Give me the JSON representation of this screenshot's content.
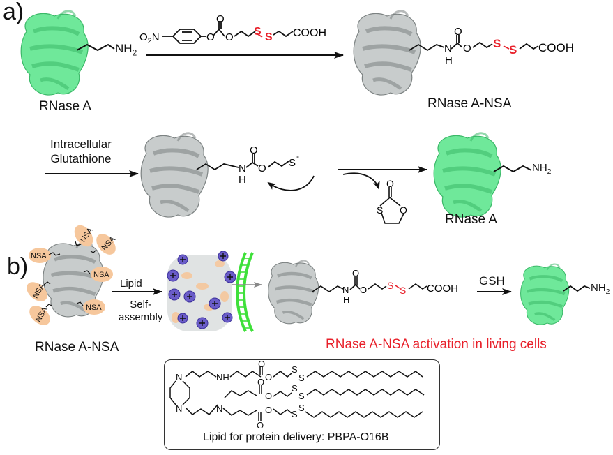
{
  "panels": {
    "a": {
      "letter": "a)",
      "step1": {
        "reactant_label": "RNase A",
        "amine": "NH2",
        "reagent": {
          "nitro": "O2N",
          "carbonyl_o": "O",
          "ester_o1": "O",
          "ester_o2": "O",
          "s1": "S",
          "s2": "S",
          "acid": "COOH"
        },
        "product_label": "RNase A-NSA",
        "product": {
          "n": "N",
          "h": "H",
          "carbonyl_o": "O",
          "ester_o": "O",
          "s1": "S",
          "s2": "S",
          "acid": "COOH"
        }
      },
      "step2": {
        "condition_line1": "Intracellular",
        "condition_line2": "Glutathione",
        "intermediate": {
          "n": "N",
          "h": "H",
          "carbonyl_o": "O",
          "ester_o": "O",
          "thiolate": "S",
          "charge": "-"
        },
        "byproduct": {
          "s": "S",
          "o_ring": "O",
          "o_carbonyl": "O"
        },
        "product_label": "RNase A",
        "amine": "NH2"
      }
    },
    "b": {
      "letter": "b)",
      "nsa_tag": "NSA",
      "nsa_count": 7,
      "reactant_label": "RNase A-NSA",
      "condition_top": "Lipid",
      "condition_bottom_1": "Self-",
      "condition_bottom_2": "assembly",
      "nanoparticle_charge_symbol": "+",
      "released": {
        "n": "N",
        "h": "H",
        "carbonyl_o": "O",
        "ester_o": "O",
        "s1": "S",
        "s2": "S",
        "acid": "COOH"
      },
      "reducer": "GSH",
      "final_amine": "NH2",
      "activation_caption": "RNase A-NSA activation in living cells",
      "lipid": {
        "caption": "Lipid for protein delivery: PBPA-O16B",
        "atoms": {
          "n": "N",
          "nh": "NH",
          "o": "O",
          "s": "S"
        }
      }
    }
  },
  "colors": {
    "protein_active": "#6fe89a",
    "protein_inactive": "#b9bdbd",
    "disulfide": "#e8202a",
    "nsa_blob": "#f6c79c",
    "cation": "#6a5cc8",
    "membrane": "#3fe03a",
    "caption_red": "#e8202a"
  }
}
